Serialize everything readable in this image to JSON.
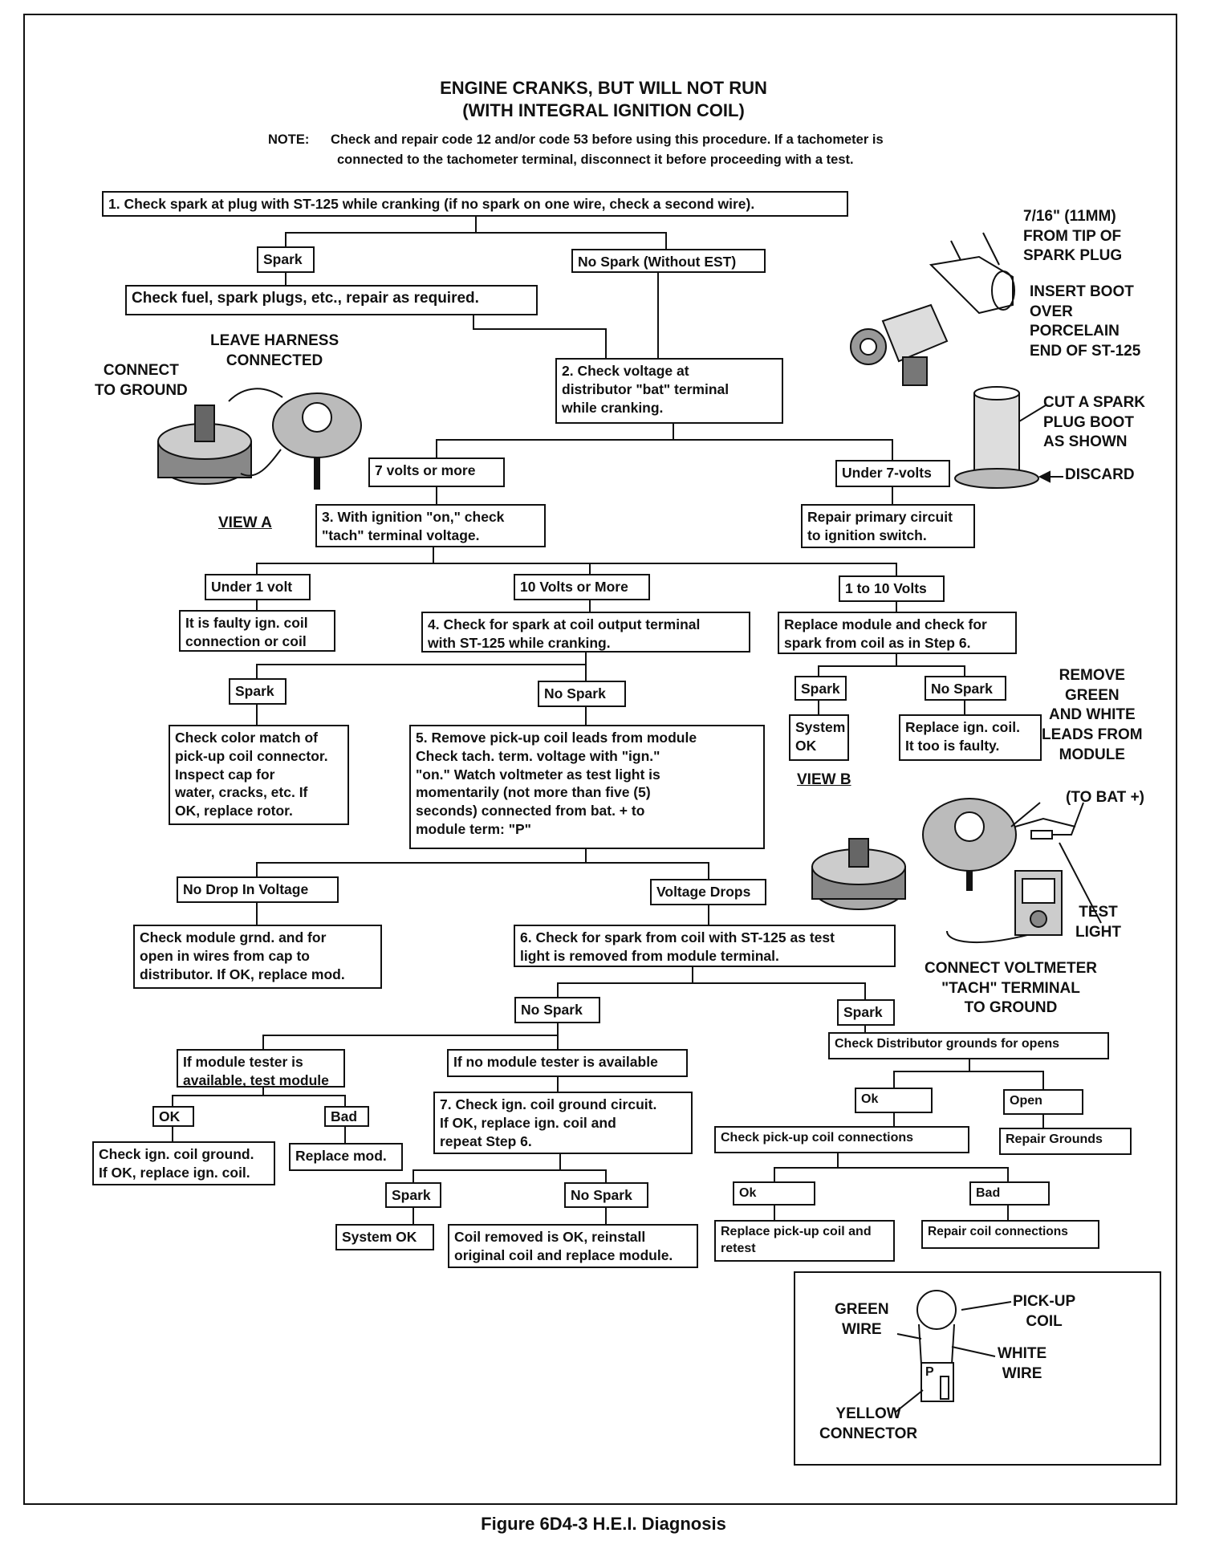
{
  "header": {
    "title_line1": "ENGINE CRANKS, BUT WILL NOT RUN",
    "title_line2": "(WITH INTEGRAL IGNITION COIL)",
    "note_label": "NOTE:",
    "note_line1": "Check and repair code 12 and/or code 53 before using this procedure.  If a tachometer is",
    "note_line2": "connected to the tachometer terminal, disconnect it before proceeding with a test."
  },
  "steps": {
    "s1": "1.  Check spark at plug with ST-125 while cranking (if no spark on one wire, check a second wire).",
    "spark_a": "Spark",
    "no_spark_est": "No Spark (Without EST)",
    "check_fuel": "Check fuel, spark plugs, etc., repair as required.",
    "s2": "2.  Check voltage at\n     distributor \"bat\" terminal\n     while cranking.",
    "seven_more": "7 volts or more",
    "under_seven": "Under 7-volts",
    "s3": "3.  With ignition \"on,\" check\n     \"tach\" terminal voltage.",
    "repair_primary": "Repair primary circuit\nto ignition switch.",
    "under_one": "Under 1 volt",
    "ten_more": "10 Volts or More",
    "one_to_ten": "1 to 10 Volts",
    "faulty_coil": "It is faulty ign. coil\nconnection or coil",
    "s4": "4.  Check for spark at coil output terminal\n     with ST-125 while cranking.",
    "replace_module": "Replace module and check for\nspark from coil as in Step 6.",
    "spark_b": "Spark",
    "no_spark_b": "No Spark",
    "spark_c": "Spark",
    "no_spark_c": "No Spark",
    "system_ok_a": "System\nOK",
    "replace_coil": "Replace ign. coil.\nIt too is faulty.",
    "check_color": "Check color match of\npick-up coil connector.\nInspect cap for\nwater, cracks, etc. If\nOK, replace rotor.",
    "s5": "5.  Remove pick-up coil leads from module\n     Check tach. term. voltage with \"ign.\"\n     \"on.\"  Watch voltmeter as test light is\n     momentarily (not more than five (5)\n     seconds) connected from bat. + to\n     module term: \"P\"",
    "no_drop": "No Drop In Voltage",
    "voltage_drops": "Voltage Drops",
    "check_module_grnd": "Check module grnd. and for\nopen in wires from cap to\ndistributor.  If OK, replace mod.",
    "s6": "6.  Check for spark from coil with ST-125 as test\n     light is removed from module terminal.",
    "no_spark_d": "No Spark",
    "spark_d": "Spark",
    "if_tester": "If module tester is\navailable, test module",
    "if_no_tester": "If no module tester is available",
    "dist_grounds": "Check Distributor grounds for opens",
    "ok_a": "OK",
    "bad_a": "Bad",
    "s7": "7.  Check ign. coil ground circuit.\n     If OK, replace ign. coil and\n     repeat Step 6.",
    "ok_b": "Ok",
    "open": "Open",
    "check_ground": "Check ign. coil ground.\nIf OK, replace ign. coil.",
    "replace_mod": "Replace mod.",
    "check_pickup": "Check pick-up coil connections",
    "repair_grounds": "Repair Grounds",
    "spark_e": "Spark",
    "no_spark_e": "No Spark",
    "ok_c": "Ok",
    "bad_b": "Bad",
    "system_ok_b": "System OK",
    "coil_removed": "Coil removed is OK, reinstall\noriginal coil and replace module.",
    "replace_pickup": "Replace pick-up coil and\nretest",
    "repair_coil_conn": "Repair coil connections"
  },
  "annotations": {
    "tip": "7/16\" (11MM)\nFROM TIP OF\nSPARK PLUG",
    "insert_boot": "INSERT BOOT\nOVER\nPORCELAIN\nEND OF ST-125",
    "cut_boot": "CUT A SPARK\nPLUG BOOT\nAS SHOWN",
    "discard": "DISCARD",
    "leave_harness": "LEAVE HARNESS\nCONNECTED",
    "connect_ground": "CONNECT\nTO GROUND",
    "view_a": "VIEW A",
    "remove_leads": "REMOVE\nGREEN\nAND WHITE\nLEADS FROM\nMODULE",
    "view_b": "VIEW B",
    "to_bat": "(TO BAT +)",
    "test_light": "TEST\nLIGHT",
    "connect_voltmeter": "CONNECT VOLTMETER\n\"TACH\" TERMINAL\nTO GROUND",
    "green_wire": "GREEN\nWIRE",
    "pickup_coil": "PICK-UP\nCOIL",
    "white_wire": "WHITE\nWIRE",
    "yellow_connector": "YELLOW\nCONNECTOR",
    "p_label": "P"
  },
  "caption": "Figure 6D4-3 H.E.I. Diagnosis"
}
